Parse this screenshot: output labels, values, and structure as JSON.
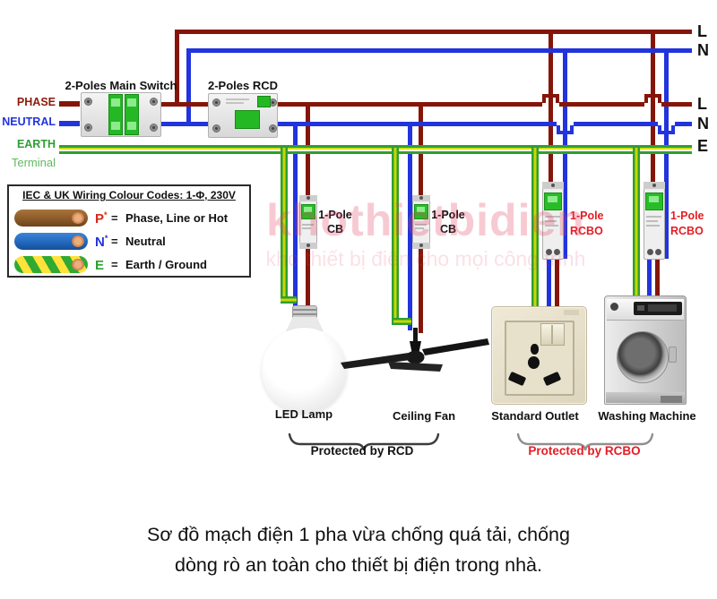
{
  "bus_labels": {
    "top_l": "L",
    "top_n": "N",
    "mid_l": "L",
    "mid_n": "N",
    "earth": "E"
  },
  "left_labels": {
    "phase": "PHASE",
    "neutral": "NEUTRAL",
    "earth": "EARTH",
    "terminal": "Terminal"
  },
  "components": {
    "main_switch": {
      "label": "2-Poles Main Switch"
    },
    "rcd": {
      "label": "2-Poles RCD"
    },
    "cb1": {
      "line1": "1-Pole",
      "line2": "CB"
    },
    "cb2": {
      "line1": "1-Pole",
      "line2": "CB"
    },
    "rcbo1": {
      "line1": "1-Pole",
      "line2": "RCBO"
    },
    "rcbo2": {
      "line1": "1-Pole",
      "line2": "RCBO"
    }
  },
  "devices": {
    "led_lamp": "LED Lamp",
    "ceiling_fan": "Ceiling Fan",
    "standard_outlet": "Standard Outlet",
    "washing_machine": "Washing Machine"
  },
  "protection": {
    "rcd_group": "Protected by RCD",
    "rcbo_group": "Protected by RCBO"
  },
  "legend": {
    "title": "IEC & UK Wiring Colour Codes: 1-Φ, 230V",
    "rows": [
      {
        "letter": "P",
        "star": "*",
        "equals": "=",
        "desc": "Phase, Line or  Hot"
      },
      {
        "letter": "N",
        "star": "*",
        "equals": "=",
        "desc": "Neutral"
      },
      {
        "letter": "E",
        "star": "",
        "equals": "=",
        "desc": "Earth / Ground"
      }
    ]
  },
  "watermark": {
    "line1": "khothietbidien",
    "line2": "kho thiết bị điện cho mọi công trình"
  },
  "caption": {
    "line1": "Sơ đồ mạch điện 1 pha vừa chống quá tải, chống",
    "line2": "dòng rò an toàn cho thiết bị điện trong nhà."
  },
  "colors": {
    "phase": "#851508",
    "neutral": "#2134dd",
    "earth_green": "#2f9e32",
    "earth_yellow": "#c9d800",
    "label_red": "#e51d24"
  }
}
